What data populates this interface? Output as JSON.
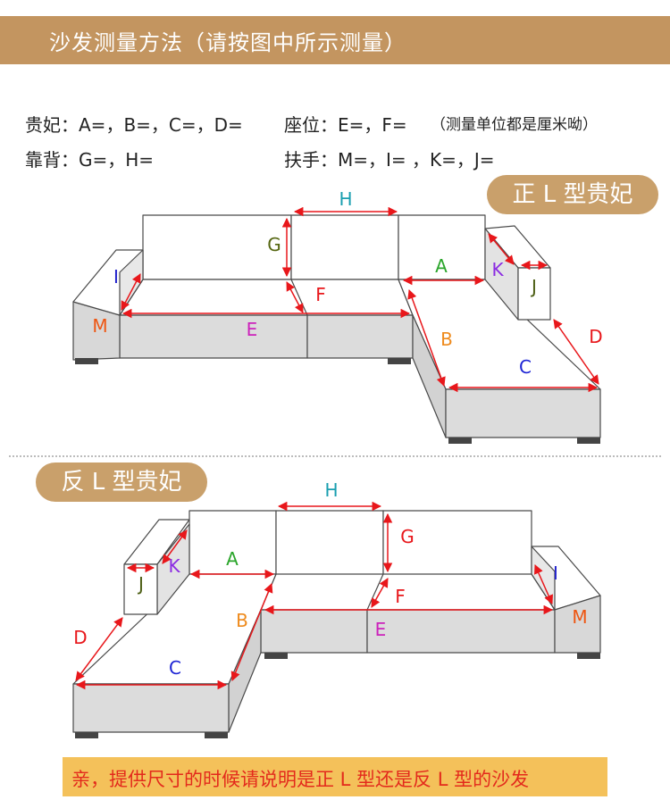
{
  "header": {
    "title": "沙发测量方法（请按图中所示测量）"
  },
  "info": {
    "row1_left": "贵妃：A=，B=，C=，D=",
    "row1_mid": "座位：E=，F=",
    "row1_note": "（测量单位都是厘米呦）",
    "row2_left": "靠背：G=，H=",
    "row2_mid": "扶手：M=，I=  ，K=，J="
  },
  "badges": {
    "right": "正 L 型贵妃",
    "left": "反 L 型贵妃"
  },
  "labels": {
    "A": "A",
    "B": "B",
    "C": "C",
    "D": "D",
    "E": "E",
    "F": "F",
    "G": "G",
    "H": "H",
    "I": "I",
    "J": "J",
    "K": "K",
    "M": "M"
  },
  "colors": {
    "header_bg": "#c39560",
    "badge_bg": "#c9a06b",
    "footer_bg": "#f4c15a",
    "footer_text": "#e32a1c",
    "arrow": "#e8171b",
    "A": "#2aa52a",
    "B": "#ee8a1c",
    "C": "#1d24d4",
    "D": "#e8171b",
    "E": "#cc22bb",
    "F": "#e8171b",
    "G": "#556611",
    "H": "#1a9fb0",
    "I": "#2222cc",
    "J": "#4c5e14",
    "K": "#8b2be2",
    "M": "#ee5511"
  },
  "footer": {
    "text": "亲，提供尺寸的时候请说明是正 L 型还是反 L 型的沙发"
  }
}
